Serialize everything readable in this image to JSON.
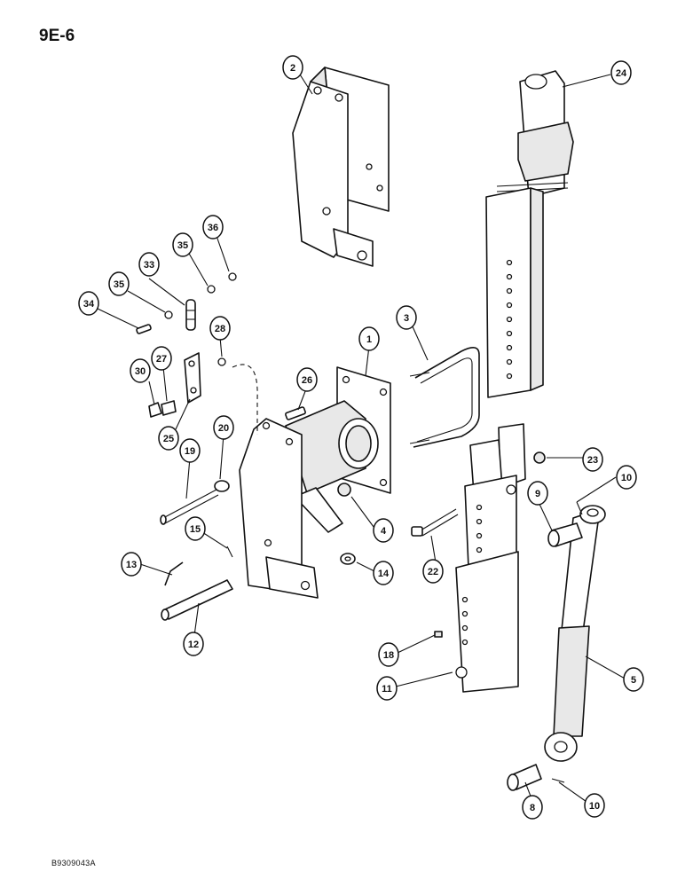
{
  "page": {
    "section_label": "9E-6",
    "document_code": "B9309043A"
  },
  "callouts": [
    {
      "id": "c1",
      "label": "1"
    },
    {
      "id": "c2",
      "label": "2"
    },
    {
      "id": "c3",
      "label": "3"
    },
    {
      "id": "c4",
      "label": "4"
    },
    {
      "id": "c5",
      "label": "5"
    },
    {
      "id": "c8",
      "label": "8"
    },
    {
      "id": "c9",
      "label": "9"
    },
    {
      "id": "c10a",
      "label": "10"
    },
    {
      "id": "c10b",
      "label": "10"
    },
    {
      "id": "c11",
      "label": "11"
    },
    {
      "id": "c12",
      "label": "12"
    },
    {
      "id": "c13",
      "label": "13"
    },
    {
      "id": "c14",
      "label": "14"
    },
    {
      "id": "c15",
      "label": "15"
    },
    {
      "id": "c18",
      "label": "18"
    },
    {
      "id": "c19",
      "label": "19"
    },
    {
      "id": "c20",
      "label": "20"
    },
    {
      "id": "c22",
      "label": "22"
    },
    {
      "id": "c23",
      "label": "23"
    },
    {
      "id": "c24",
      "label": "24"
    },
    {
      "id": "c25",
      "label": "25"
    },
    {
      "id": "c26",
      "label": "26"
    },
    {
      "id": "c27",
      "label": "27"
    },
    {
      "id": "c28",
      "label": "28"
    },
    {
      "id": "c30",
      "label": "30"
    },
    {
      "id": "c33",
      "label": "33"
    },
    {
      "id": "c34",
      "label": "34"
    },
    {
      "id": "c35a",
      "label": "35"
    },
    {
      "id": "c35b",
      "label": "35"
    },
    {
      "id": "c36",
      "label": "36"
    }
  ]
}
